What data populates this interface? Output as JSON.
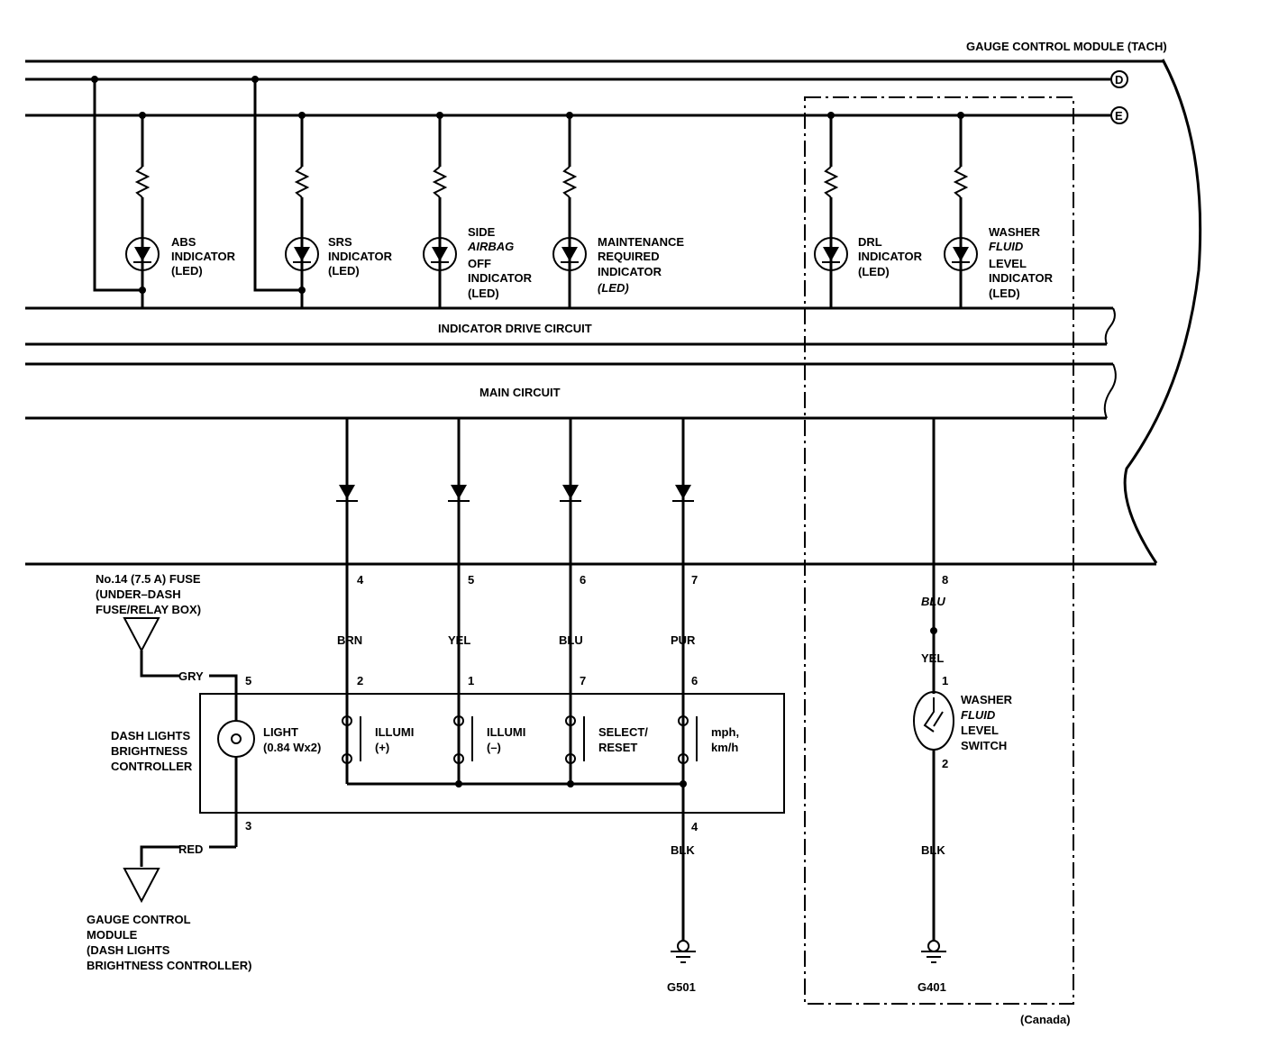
{
  "module_title": "GAUGE CONTROL MODULE (TACH)",
  "connectors": {
    "d": "D",
    "e": "E"
  },
  "indicators": [
    {
      "lines": [
        "ABS",
        "INDICATOR",
        "(LED)"
      ]
    },
    {
      "lines": [
        "SRS",
        "INDICATOR",
        "(LED)"
      ]
    },
    {
      "lines": [
        "SIDE",
        "AIRBAG",
        "OFF",
        "INDICATOR",
        "(LED)"
      ]
    },
    {
      "lines": [
        "MAINTENANCE",
        "REQUIRED",
        "INDICATOR",
        "(LED)"
      ]
    },
    {
      "lines": [
        "DRL",
        "INDICATOR",
        "(LED)"
      ]
    },
    {
      "lines": [
        "WASHER",
        "FLUID",
        "LEVEL",
        "INDICATOR",
        "(LED)"
      ]
    }
  ],
  "blocks": {
    "indicator_drive": "INDICATOR DRIVE CIRCUIT",
    "main": "MAIN CIRCUIT"
  },
  "fuse": {
    "lines": [
      "No.14 (7.5 A) FUSE",
      "(UNDER–DASH",
      "FUSE/RELAY BOX)"
    ]
  },
  "wires": {
    "gry": "GRY",
    "red": "RED",
    "brn": "BRN",
    "yel": "YEL",
    "blu": "BLU",
    "pur": "PUR",
    "blk1": "BLK",
    "blu2": "BLU",
    "yel2": "YEL",
    "blk2": "BLK"
  },
  "pins": {
    "gcm4": "4",
    "gcm5": "5",
    "gcm6": "6",
    "gcm7": "7",
    "gcm8": "8",
    "ctl5": "5",
    "ctl3": "3",
    "sw2": "2",
    "sw1": "1",
    "sw7": "7",
    "sw6": "6",
    "sw4": "4",
    "ws1": "1",
    "ws2": "2"
  },
  "controller": {
    "lines": [
      "DASH LIGHTS",
      "BRIGHTNESS",
      "CONTROLLER"
    ]
  },
  "light": {
    "lines": [
      "LIGHT",
      "(0.84 Wx2)"
    ]
  },
  "switches": [
    {
      "lines": [
        "ILLUMI",
        "(+)"
      ]
    },
    {
      "lines": [
        "ILLUMI",
        "(–)"
      ]
    },
    {
      "lines": [
        "SELECT/",
        "RESET"
      ]
    },
    {
      "lines": [
        "mph,",
        "km/h"
      ]
    }
  ],
  "gauge_ref": {
    "lines": [
      "GAUGE CONTROL",
      "MODULE",
      "(DASH LIGHTS",
      "BRIGHTNESS CONTROLLER)"
    ]
  },
  "washer_switch": {
    "lines": [
      "WASHER",
      "FLUID",
      "LEVEL",
      "SWITCH"
    ]
  },
  "grounds": {
    "g501": "G501",
    "g401": "G401"
  },
  "region_note": "(Canada)"
}
